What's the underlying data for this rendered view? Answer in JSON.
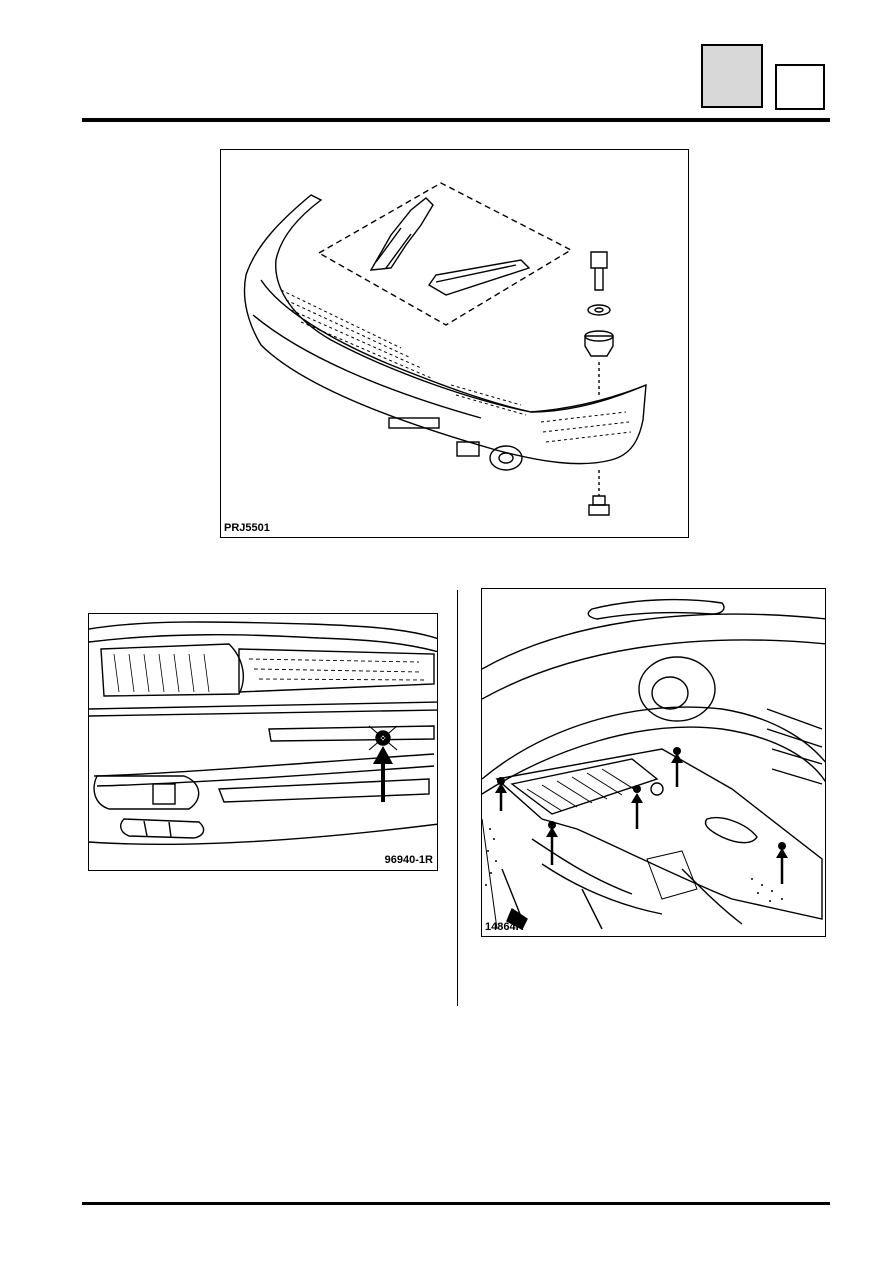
{
  "figures": {
    "top": {
      "ref": "PRJ5501"
    },
    "bottom_left": {
      "ref": "96940-1R"
    },
    "bottom_right": {
      "ref": "14864R"
    }
  },
  "colors": {
    "tab_grey": "#d8d8d8",
    "ink": "#000000"
  }
}
